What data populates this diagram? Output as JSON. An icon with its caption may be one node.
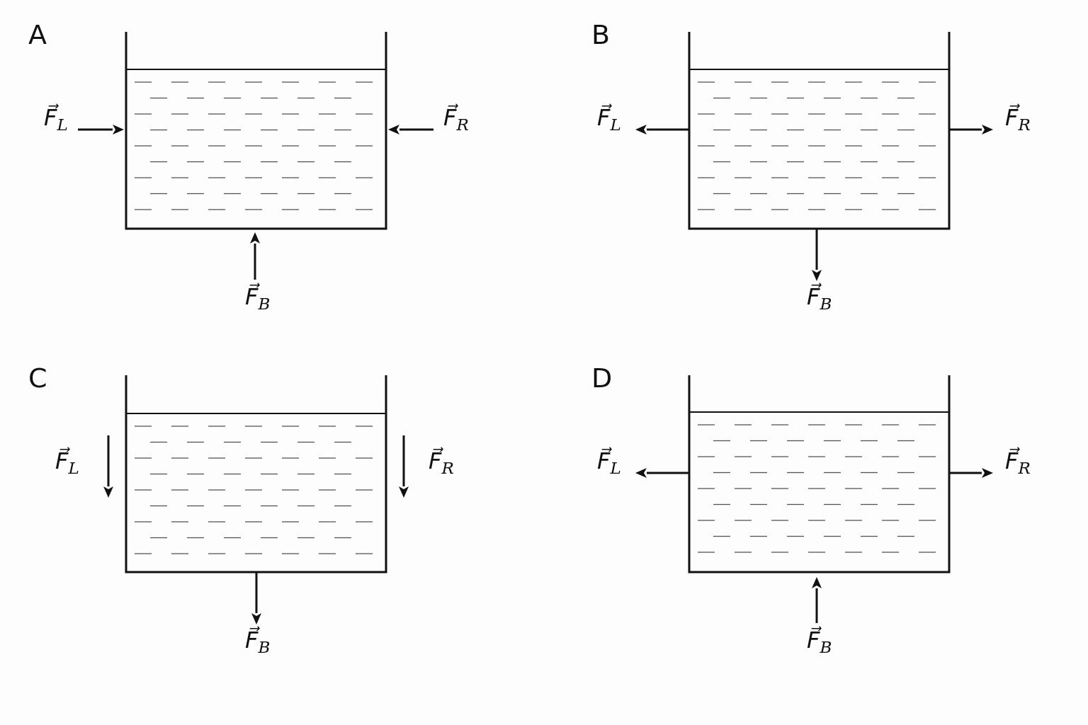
{
  "diagram": {
    "labels": [
      "A",
      "F⃗$_{L}$",
      "F⃗$_{R}$",
      "F⃗$_{B}$",
      "B",
      "F⃗$_{L}$",
      "F⃗$_{R}$",
      "F⃗$_{B}$",
      "C",
      "F⃗$_{L}$",
      "F⃗$_{R}$",
      "F⃗$_{B}$",
      "D",
      "F⃗$_{L}$",
      "F⃗$_{R}$",
      "F⃗$_{B}$"
    ]
  }
}
